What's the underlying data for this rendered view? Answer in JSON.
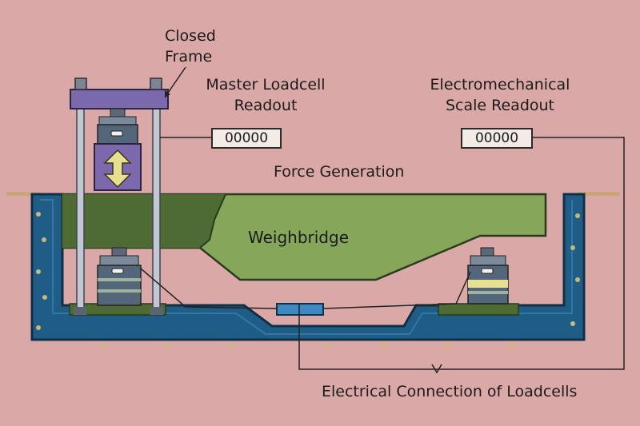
{
  "labels": {
    "closed_frame": "Closed\nFrame",
    "master_loadcell_readout": "Master Loadcell\nReadout",
    "electromechanical_scale_readout": "Electromechanical\nScale Readout",
    "force_generation": "Force Generation",
    "weighbridge": "Weighbridge",
    "electrical_connection": "Electrical Connection of Loadcells"
  },
  "readouts": {
    "master": "00000",
    "scale": "00000"
  },
  "colors": {
    "background": "#dba8a8",
    "pit": "#1f5d86",
    "pit_dark": "#123a55",
    "bridge": "#86a65a",
    "bridge_dark": "#4f6b34",
    "frame": "#7c68ad",
    "loadcell": "#54667a",
    "arrow": "#e7e08e"
  }
}
